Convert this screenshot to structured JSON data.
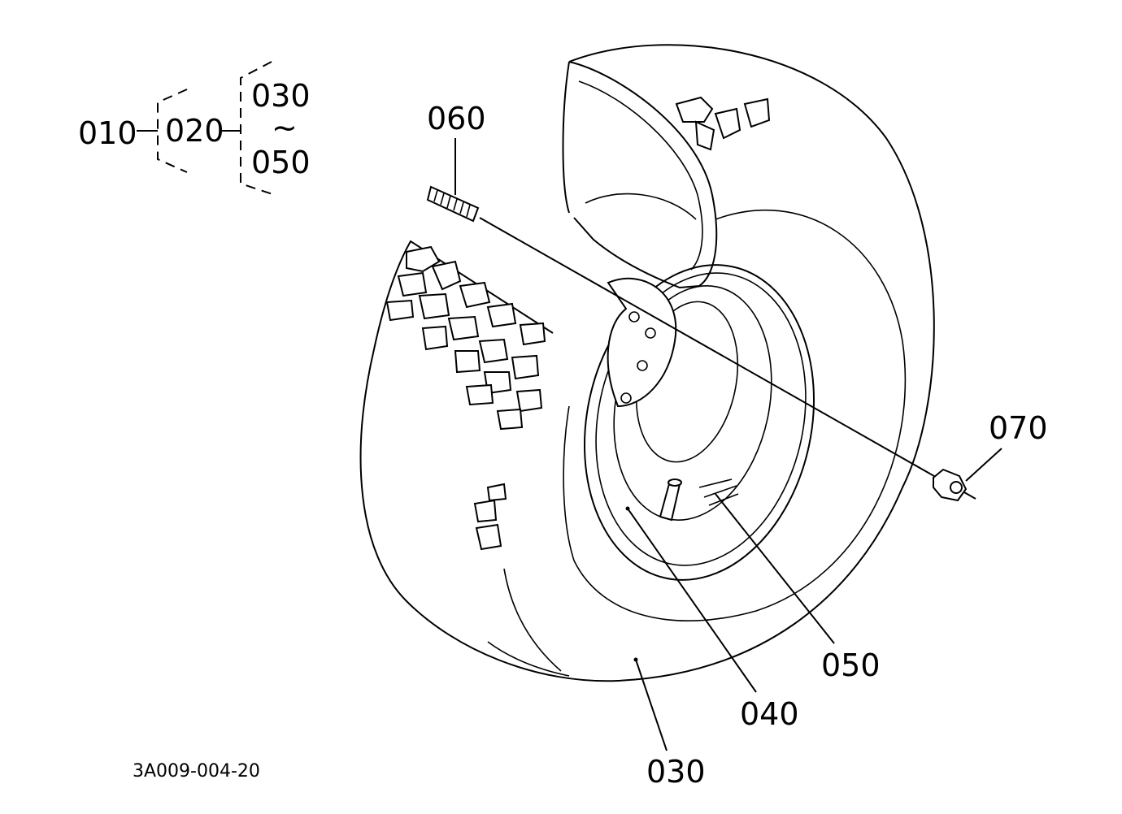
{
  "diagram": {
    "drawing_code": "3A009-004-20",
    "assembly_tree": {
      "root": "010",
      "child": "020",
      "range_start": "030",
      "range_sep": "~",
      "range_end": "050"
    },
    "callouts": {
      "stud_bolt": "060",
      "nut": "070",
      "tube": "050",
      "rim": "040",
      "tire": "030"
    }
  }
}
